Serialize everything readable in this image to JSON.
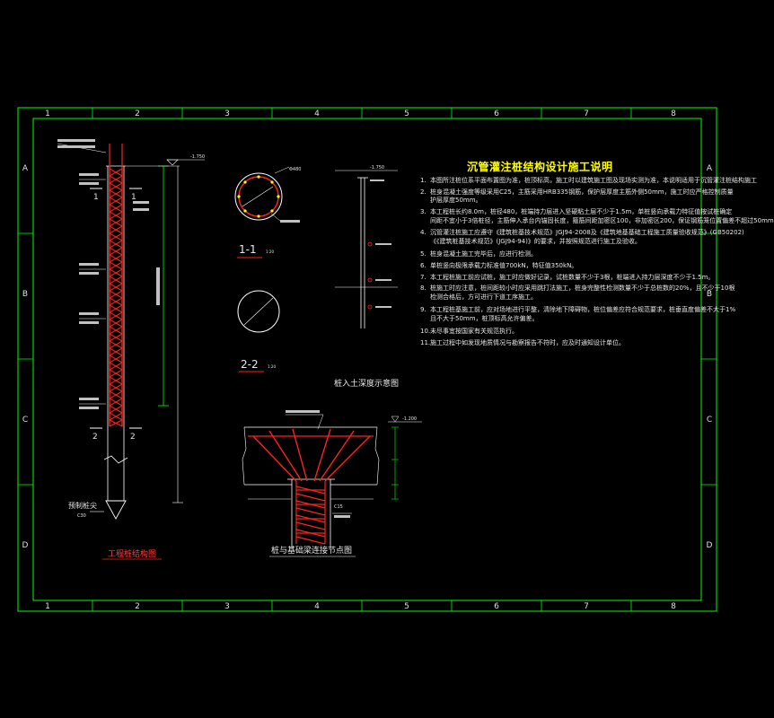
{
  "sheet": {
    "columns": [
      "1",
      "2",
      "3",
      "4",
      "5",
      "6",
      "7",
      "8"
    ],
    "rows": [
      "A",
      "B",
      "C",
      "D"
    ],
    "colors": {
      "background": "#000000",
      "frame": "#00ff00",
      "rebar": "#ff2020",
      "text": "#ffffff",
      "title": "#ffff00",
      "dim": "#00ff00"
    }
  },
  "pile_structure": {
    "caption": "工程桩结构图",
    "tip_label": "预制桩尖",
    "tip_sub": "C30",
    "top_elev": "-1.750",
    "section_mark_1": "1",
    "section_mark_2": "2"
  },
  "section_1": {
    "label": "1-1",
    "scale": "1:20",
    "diameter": "Φ480"
  },
  "section_2": {
    "label": "2-2",
    "scale": "1:20"
  },
  "soil_diagram": {
    "caption": "桩入土深度示意图",
    "top_elev": "-1.750"
  },
  "node_detail": {
    "caption": "桩与基础梁连接节点图",
    "elev": "-1.200",
    "concrete": "C15"
  },
  "notes": {
    "title": "沉管灌注桩结构设计施工说明",
    "items": [
      {
        "num": "1.",
        "text": "本图所注桩位系平面布置图为准，桩顶标高，施工时以建筑施工图及现场实测为准，本说明适用于沉管灌注桩结构施工"
      },
      {
        "num": "2.",
        "text": "桩身混凝土强度等级采用C25，主筋采用HRB335钢筋，保护层厚度主筋外侧50mm，施工时应严格控制质量"
      },
      {
        "num": "",
        "text": "护层厚度50mm。"
      },
      {
        "num": "3.",
        "text": "本工程桩长约8.0m，桩径480，桩端持力层进入坚硬粘土层不少于1.5m，单桩竖向承载力特征值按试桩确定"
      },
      {
        "num": "",
        "text": "间距不宜小于3倍桩径，主筋伸入承台内锚固长度，箍筋间距加密区100，非加密区200，保证钢筋笼位置偏差不超过50mm"
      },
      {
        "num": "4.",
        "text": "沉管灌注桩施工应遵守《建筑桩基技术规范》JGJ94-2008及《建筑地基基础工程施工质量验收规范》(GB50202)"
      },
      {
        "num": "",
        "text": "《《建筑桩基技术规范》(JGJ94-94)》的要求，并按照规范进行施工及验收。"
      },
      {
        "num": "5.",
        "text": "桩身混凝土施工完毕后，应进行检测。"
      },
      {
        "num": "6.",
        "text": "单桩竖向极限承载力标准值700kN，特征值350kN。"
      },
      {
        "num": "7.",
        "text": "本工程桩施工前应试桩，施工时应做好记录，试桩数量不少于3根，桩端进入持力层深度不少于1.5m。"
      },
      {
        "num": "8.",
        "text": "桩施工时应注意，桩间距较小时应采用跳打法施工，桩身完整性检测数量不少于总桩数的20%，且不少于10根"
      },
      {
        "num": "",
        "text": "检测合格后，方可进行下道工序施工。"
      },
      {
        "num": "9.",
        "text": "本工程桩基施工前，应对场地进行平整，清除地下障碍物，桩位偏差应符合规范要求，桩垂直度偏差不大于1%"
      },
      {
        "num": "",
        "text": "且不大于50mm，桩顶标高允许偏差。"
      },
      {
        "num": "10.",
        "text": "未尽事宜按国家有关规范执行。"
      },
      {
        "num": "11.",
        "text": "施工过程中如发现地质情况与勘察报告不符时，应及时通知设计单位。"
      }
    ]
  }
}
